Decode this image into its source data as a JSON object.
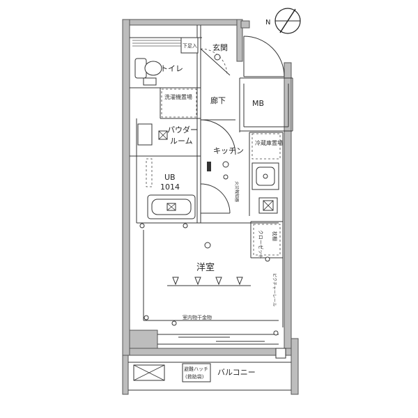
{
  "rooms": {
    "entrance": "玄関",
    "shoe_cabinet": "下足入",
    "toilet": "トイレ",
    "hallway": "廊下",
    "mb": "MB",
    "washer": "洗濯機置場",
    "powder_room_1": "パウダー",
    "powder_room_2": "ルーム",
    "kitchen": "キッチン",
    "fridge": "冷蔵庫置場",
    "unit_bath_1": "UB",
    "unit_bath_2": "1014",
    "fire_alarm": "火災報知器",
    "closet": "クローゼット",
    "shelf": "枕棚",
    "western_room": "洋室",
    "picture_rail": "ピクチャーレール",
    "indoor_drying": "室内物干金物",
    "balcony": "バルコニー",
    "evac_hatch_1": "避難ハッチ",
    "evac_hatch_2": "(救助袋)"
  },
  "icons": {
    "compass": "compass-north-icon"
  }
}
